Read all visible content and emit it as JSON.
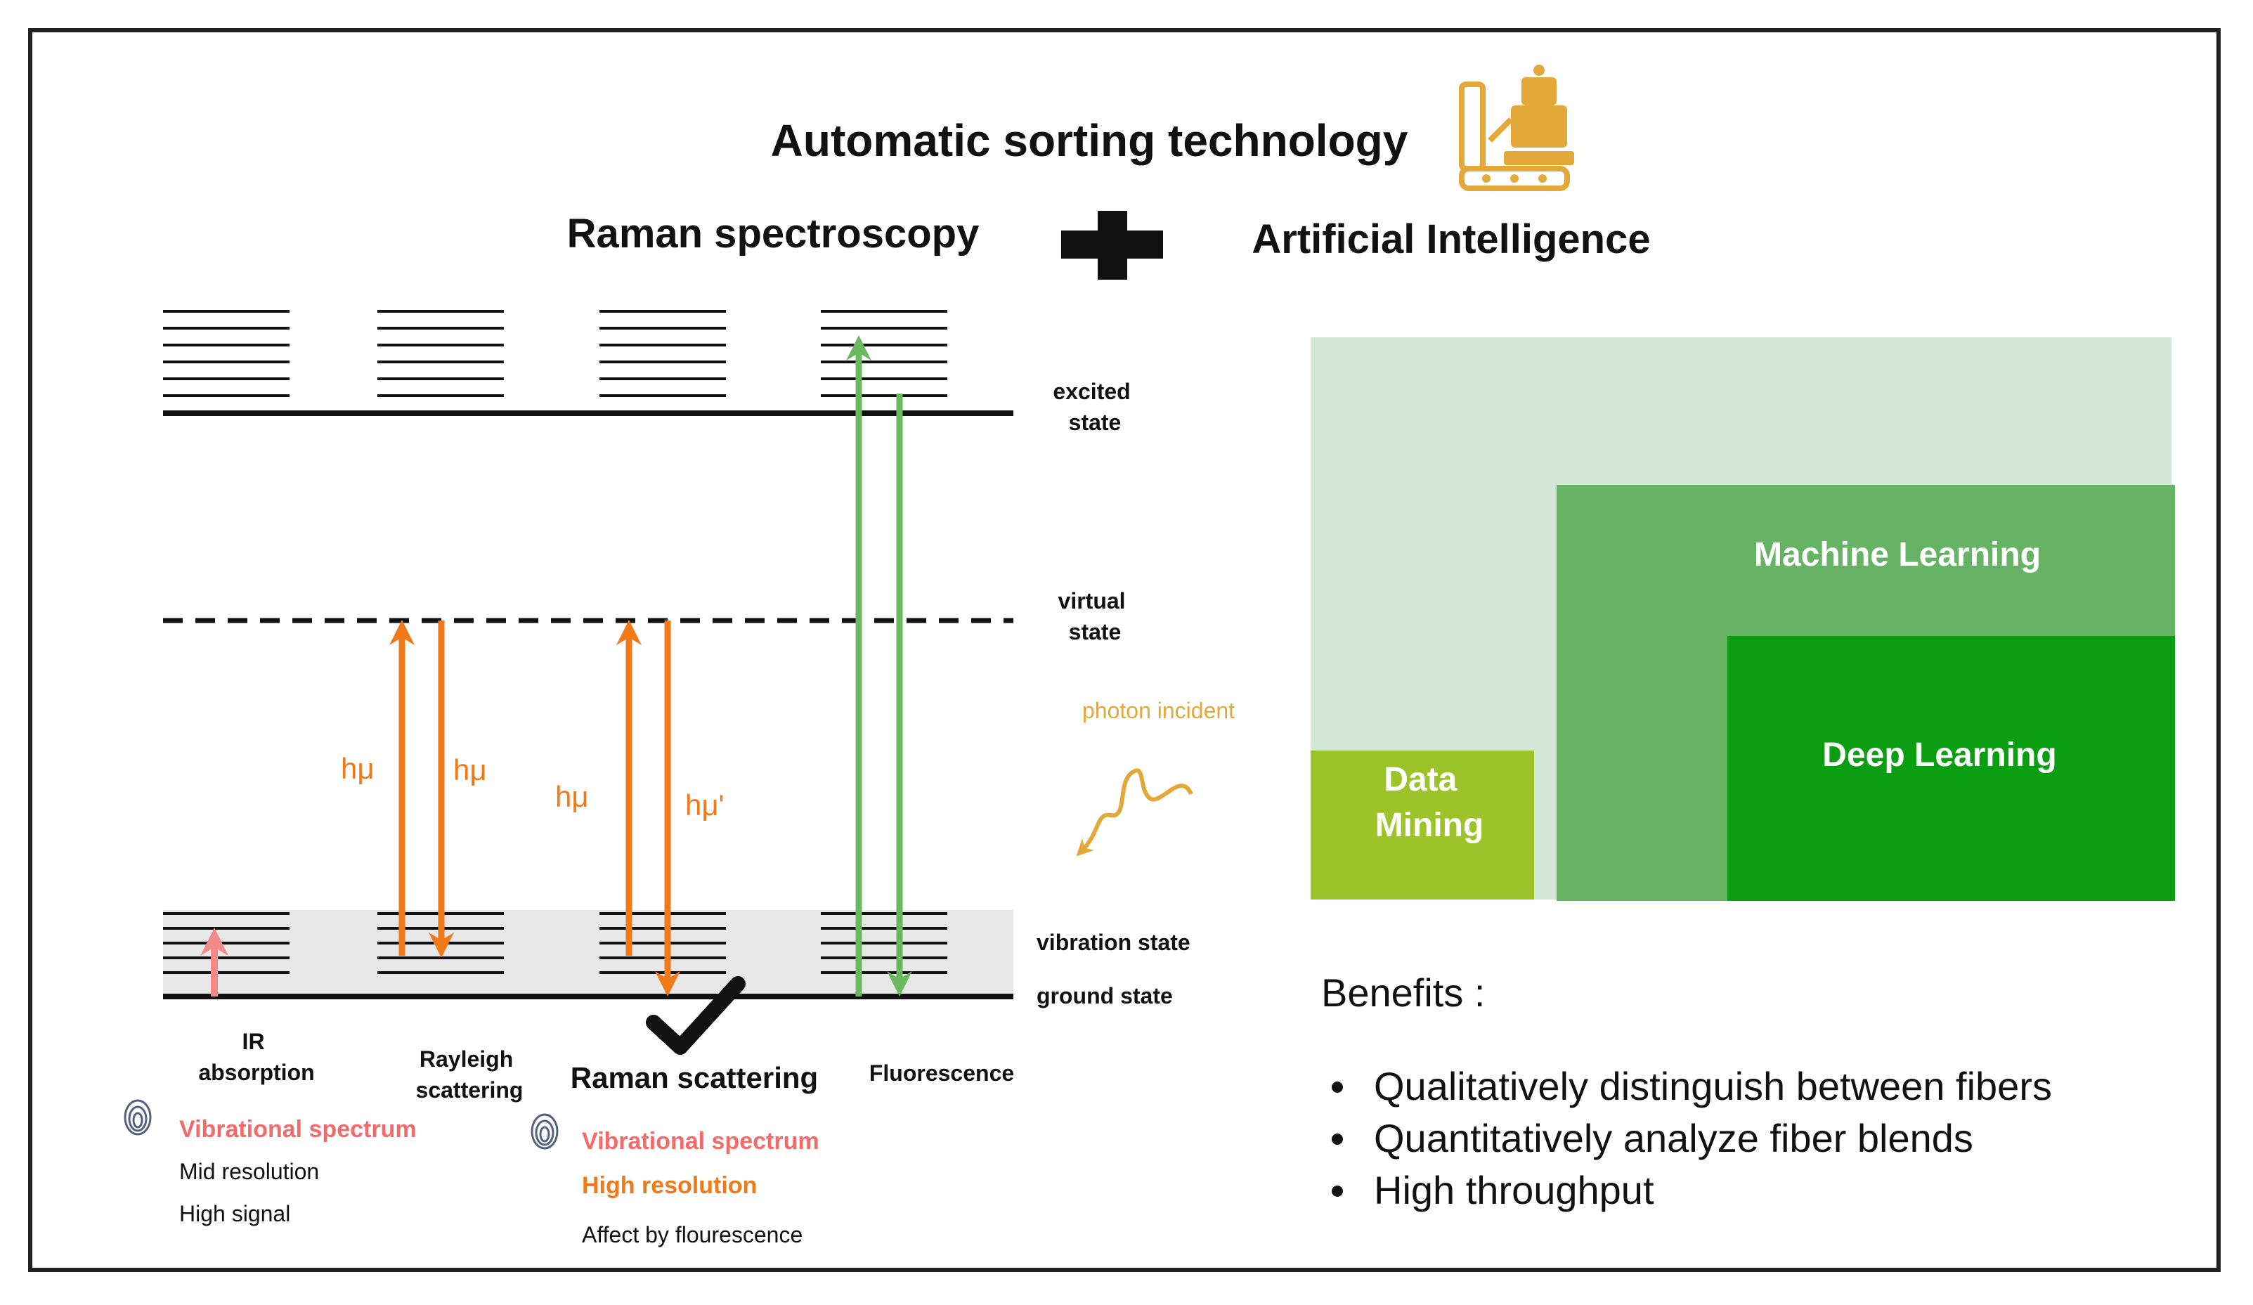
{
  "title": "Automatic sorting technology",
  "subtitle_left": "Raman spectroscopy",
  "subtitle_right": "Artificial Intelligence",
  "icons": {
    "robot": "robot-assembly-icon",
    "plus": "plus-icon",
    "check": "checkmark-icon",
    "fingerprint": "fingerprint-icon",
    "wave": "wavy-arrow-icon"
  },
  "colors": {
    "orange": "#F07A1A",
    "green_arrow": "#6CB85E",
    "ir_arrow": "#F38A8A",
    "photon": "#E3A83A",
    "ai_outer": "#D3E8D6",
    "ml": "#67B365",
    "dl": "#0C9E12",
    "dm": "#9CC42A",
    "label_red": "#F26A6A",
    "label_orange": "#F07A1A"
  },
  "states": {
    "excited_1": "excited",
    "excited_2": "state",
    "virtual_1": "virtual",
    "virtual_2": "state",
    "vibration": "vibration state",
    "ground": "ground state",
    "photon": "photon incident"
  },
  "arrow_labels": {
    "a1": "hμ",
    "a2": "hμ",
    "a3": "hμ",
    "a4": "hμ'"
  },
  "processes": {
    "ir_1": "IR",
    "ir_2": "absorption",
    "rayleigh_1": "Rayleigh",
    "rayleigh_2": "scattering",
    "raman": "Raman scattering",
    "fluorescence": "Fluorescence"
  },
  "ir_props": {
    "p1": "Vibrational spectrum",
    "p2": "Mid resolution",
    "p3": "High signal"
  },
  "raman_props": {
    "p1": "Vibrational spectrum",
    "p2": "High resolution",
    "p3": "Affect by flourescence"
  },
  "ai": {
    "ml": "Machine Learning",
    "dl": "Deep Learning",
    "dm_1": "Data",
    "dm_2": "Mining"
  },
  "benefits": {
    "title": "Benefits :",
    "items": [
      "Qualitatively distinguish between fibers",
      "Quantitatively analyze fiber blends",
      "High throughput"
    ]
  }
}
